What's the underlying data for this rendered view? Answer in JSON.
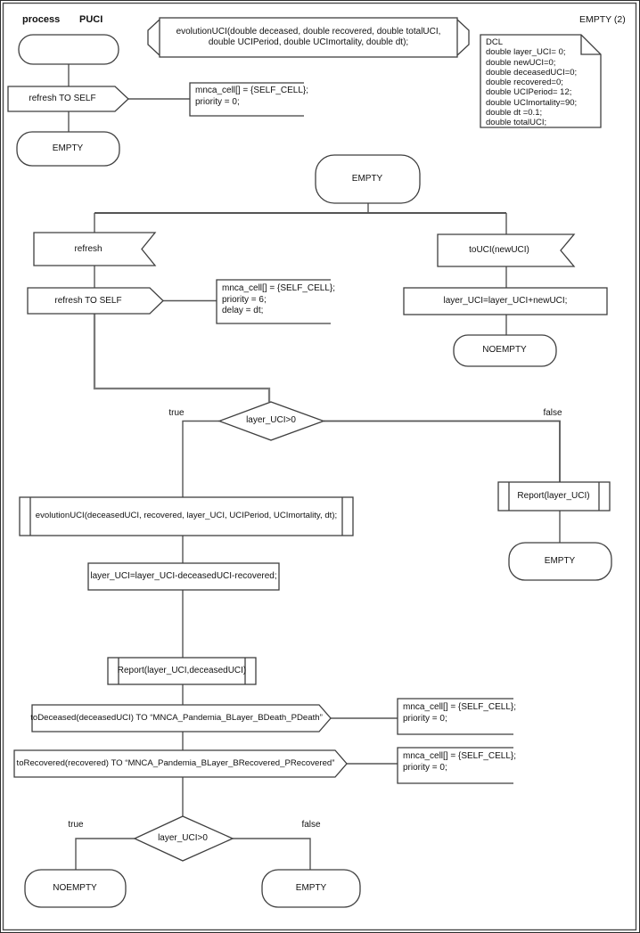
{
  "colors": {
    "shape_stroke": "#3f3f3f",
    "connector": "#555555",
    "connector_thick": "#7a7a7a",
    "text": "#111111",
    "background": "#ffffff"
  },
  "header": {
    "process_label": "process",
    "process_name": "PUCI",
    "page_label": "EMPTY (2)"
  },
  "declaration": {
    "text": "evolutionUCI(double deceased, double recovered, double totalUCI,\ndouble UCIPeriod, double UCImortality, double dt);"
  },
  "dcl": {
    "text": "DCL\ndouble layer_UCI= 0;\ndouble newUCI=0;\ndouble deceasedUCI=0;\ndouble recovered=0;\ndouble UCIPeriod= 12;\ndouble UCImortality=90;\ndouble dt =0.1;\ndouble totalUCI;"
  },
  "nodes": {
    "output_refresh_self_1": "refresh TO SELF",
    "comment_1": "mnca_cell[] = {SELF_CELL};\npriority = 0;",
    "state_empty_1": "EMPTY",
    "state_empty_main": "EMPTY",
    "input_refresh": "refresh",
    "output_refresh_self_2": "refresh TO SELF",
    "comment_2": "mnca_cell[] = {SELF_CELL};\npriority = 6;\ndelay = dt;",
    "input_touci": "toUCI(newUCI)",
    "task_add": "layer_UCI=layer_UCI+newUCI;",
    "state_noempty_right": "NOEMPTY",
    "decision_1": "layer_UCI>0",
    "label_true_1": "true",
    "label_false_1": "false",
    "proc_evolution": "evolutionUCI(deceasedUCI, recovered, layer_UCI, UCIPeriod, UCImortality, dt);",
    "task_subtract": "layer_UCI=layer_UCI-deceasedUCI-recovered;",
    "proc_report_2": "Report(layer_UCI,deceasedUCI)",
    "output_todeceased": "toDeceased(deceasedUCI) TO “MNCA_Pandemia_BLayer_BDeath_PDeath”",
    "comment_3": "mnca_cell[] = {SELF_CELL};\npriority = 0;",
    "output_torecovered": "toRecovered(recovered) TO “MNCA_Pandemia_BLayer_BRecovered_PRecovered”",
    "comment_4": "mnca_cell[] = {SELF_CELL};\npriority = 0;",
    "decision_2": "layer_UCI>0",
    "label_true_2": "true",
    "label_false_2": "false",
    "state_noempty_bottom": "NOEMPTY",
    "state_empty_bottom": "EMPTY",
    "proc_report_1": "Report(layer_UCI)",
    "state_empty_right": "EMPTY"
  }
}
